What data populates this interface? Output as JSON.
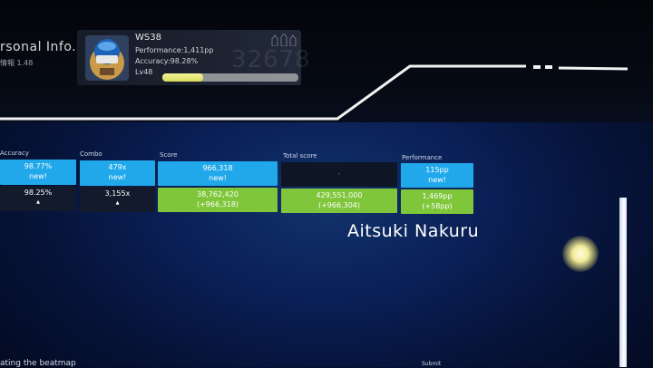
{
  "header": {
    "section_title": "rsonal Info.",
    "section_subtitle": "情報 1.48"
  },
  "profile": {
    "name": "WS38",
    "performance": "Performance:1,411pp",
    "accuracy": "Accuracy:98.28%",
    "level": "Lv48",
    "background_number": "32678",
    "level_progress": 0.3
  },
  "stats": {
    "headers": {
      "accuracy": "Accuracy",
      "combo": "Combo",
      "score": "Score",
      "total_score": "Total score",
      "performance": "Performance"
    },
    "new_row": {
      "accuracy": "98.77%",
      "accuracy_tag": "new!",
      "combo": "479x",
      "combo_tag": "new!",
      "score": "966,318",
      "score_tag": "new!",
      "total_score": "-",
      "performance": "115pp",
      "performance_tag": "new!"
    },
    "total_row": {
      "accuracy": "98.25%",
      "accuracy_change": "▲",
      "combo": "3,155x",
      "combo_change": "▲",
      "score": "38,762,420",
      "score_change": "(+966,318)",
      "total_score": "429,551,000",
      "total_score_change": "(+966,304)",
      "performance": "1,469pp",
      "performance_change": "(+58pp)"
    }
  },
  "player_name": "Aitsuki Nakuru",
  "footer": {
    "left_text": "ating the beatmap",
    "right_text": "Submit"
  },
  "colors": {
    "highlight_blue": "#20a8ea",
    "highlight_green": "#7fc63a",
    "level_bar": "#e6e87a"
  }
}
